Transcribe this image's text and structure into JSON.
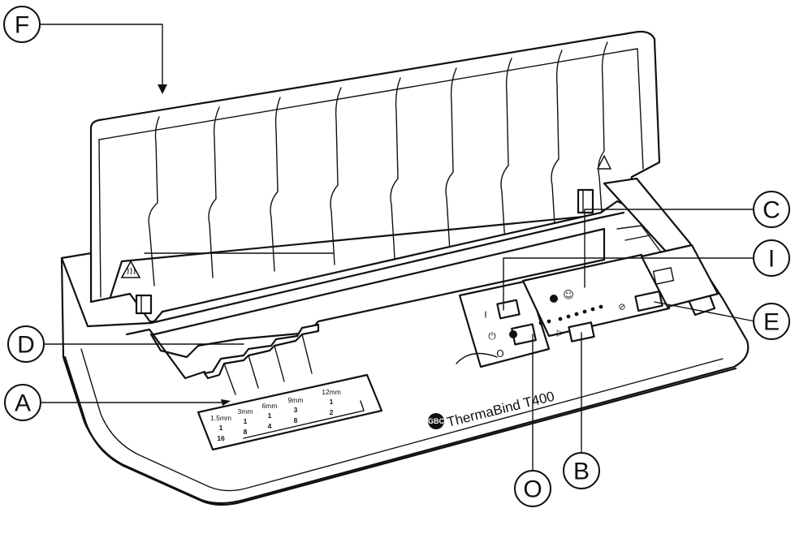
{
  "brand": {
    "logo_text": "GBC",
    "product_name": "ThermaBind T400"
  },
  "size_scale": [
    {
      "metric": "1.5mm",
      "imperial_num": "1",
      "imperial_den": "16"
    },
    {
      "metric": "3mm",
      "imperial_num": "1",
      "imperial_den": "8"
    },
    {
      "metric": "6mm",
      "imperial_num": "1",
      "imperial_den": "4"
    },
    {
      "metric": "9mm",
      "imperial_num": "3",
      "imperial_den": "8"
    },
    {
      "metric": "12mm",
      "imperial_num": "1",
      "imperial_den": "2"
    }
  ],
  "panel_symbols": {
    "on": "I",
    "off": "O",
    "power": "⏻",
    "smiley": "☺",
    "start": "▷",
    "cancel": "⊘"
  },
  "callouts": [
    {
      "id": "F",
      "label": "F"
    },
    {
      "id": "C",
      "label": "C"
    },
    {
      "id": "I",
      "label": "I"
    },
    {
      "id": "E",
      "label": "E"
    },
    {
      "id": "D",
      "label": "D"
    },
    {
      "id": "A",
      "label": "A"
    },
    {
      "id": "O",
      "label": "O"
    },
    {
      "id": "B",
      "label": "B"
    }
  ],
  "icons": [
    "heat-warning-icon",
    "caution-triangle-icon",
    "power-icon",
    "ready-smiley-icon",
    "start-arrow-icon",
    "cancel-icon"
  ]
}
